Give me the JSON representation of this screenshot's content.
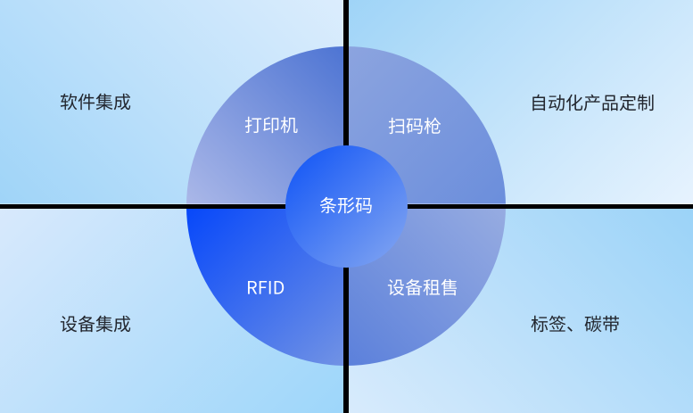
{
  "diagram": {
    "quadrant_labels": {
      "top_left": "软件集成",
      "top_right": "自动化产品定制",
      "bottom_left": "设备集成",
      "bottom_right": "标签、碳带"
    },
    "circle_segments": {
      "top_left": "打印机",
      "top_right": "扫码枪",
      "bottom_left": "RFID",
      "bottom_right": "设备租售"
    },
    "center_label": "条形码"
  },
  "colors": {
    "divider": "#000000",
    "quadrant_label_text": "#22262e",
    "segment_label_text": "#ffffff",
    "highlight_segment_start": "#0647fa",
    "center_circle_start": "#0d52f6",
    "background_sky": "#a6d8f7"
  }
}
